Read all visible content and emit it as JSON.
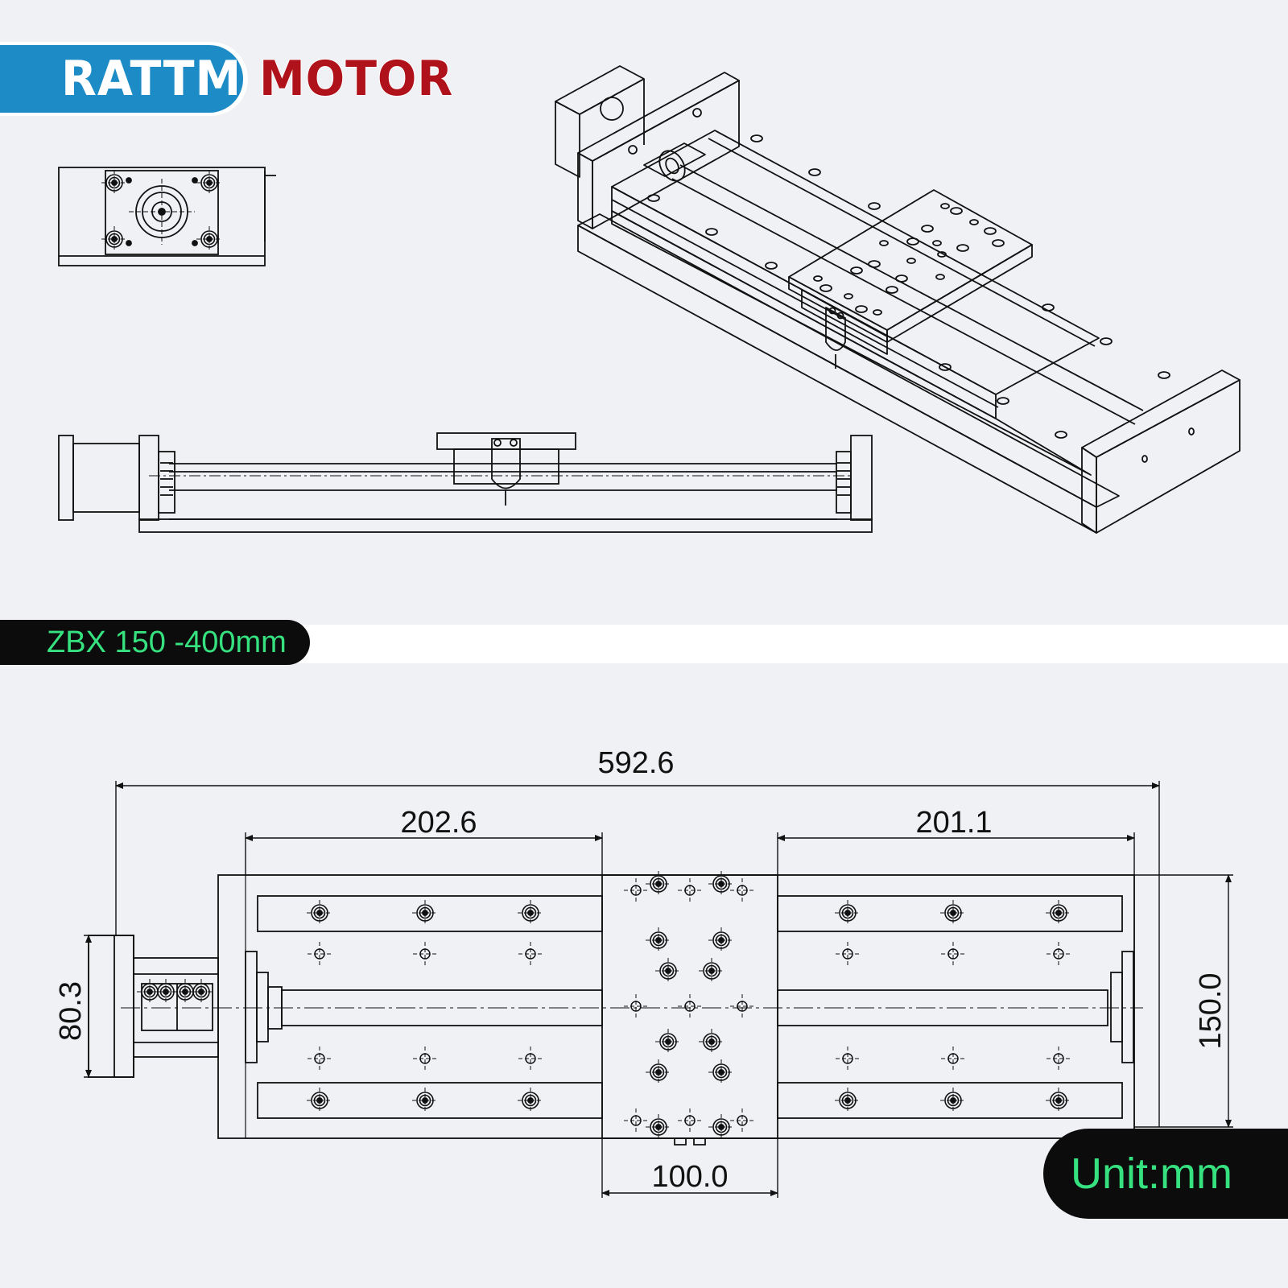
{
  "brand": {
    "part1": "RATTM",
    "part2": "MOTOR",
    "colors": {
      "blue": "#1d8bc6",
      "red": "#b0121b"
    }
  },
  "model": {
    "label": "ZBX 150 -400mm",
    "color": "#36e27f"
  },
  "unit": {
    "label": "Unit:mm"
  },
  "dimensions": {
    "overall_length": "592.6",
    "left_segment": "202.6",
    "right_segment": "201.1",
    "carriage_width": "100.0",
    "motor_height": "80.3",
    "overall_width": "150.0"
  }
}
